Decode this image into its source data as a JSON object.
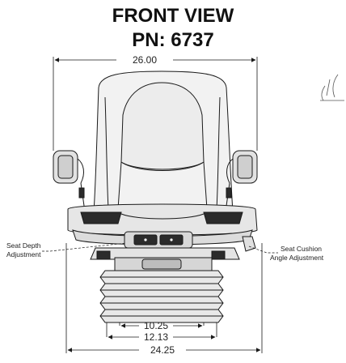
{
  "title": {
    "line1": "FRONT VIEW",
    "line2": "PN: 6737"
  },
  "dimensions": {
    "overall_width": "26.00",
    "base_width": "24.25",
    "inner_width_a": "10.25",
    "inner_width_b": "12.13"
  },
  "callouts": {
    "left_line1": "Seat Depth",
    "left_line2": "Adjustment",
    "right_line1": "Seat Cushion",
    "right_line2": "Angle Adjustment"
  },
  "colors": {
    "line": "#1a1a1a",
    "seat_fill": "#f2f2f2",
    "dark_part": "#2b2b2b"
  }
}
